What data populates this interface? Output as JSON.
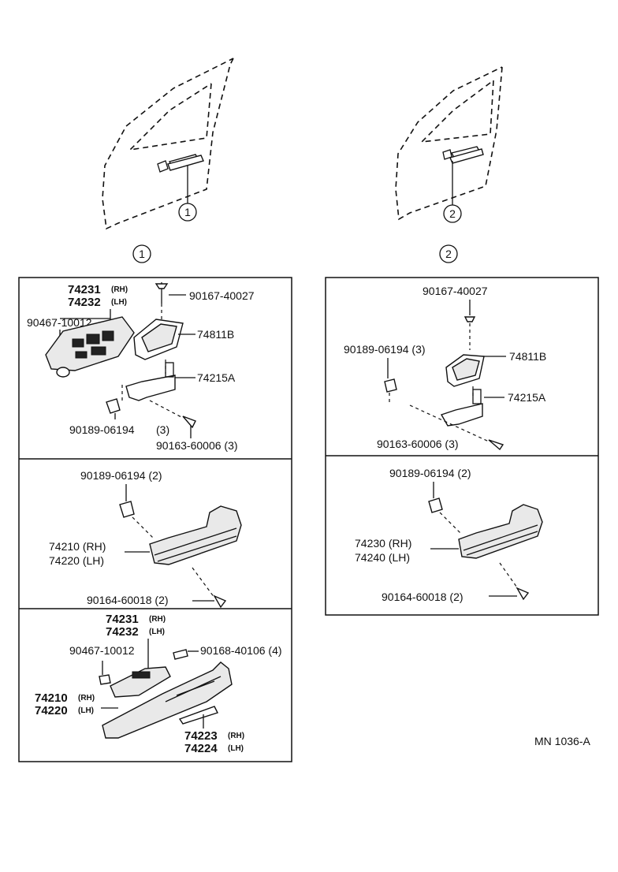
{
  "markers": {
    "left": "1",
    "right": "2"
  },
  "panel_a": {
    "p1": "74231",
    "p1_tag": "(RH)",
    "p2": "74232",
    "p2_tag": "(LH)",
    "p3": "90467-10012",
    "p4": "90167-40027",
    "p5": "74811B",
    "p6": "74215A",
    "p7": "90189-06194",
    "p7_qty": "(3)",
    "p8": "90163-60006 (3)"
  },
  "panel_b": {
    "p1": "90189-06194 (2)",
    "p2": "74210 (RH)",
    "p3": "74220 (LH)",
    "p4": "90164-60018 (2)"
  },
  "panel_c": {
    "p1": "74231",
    "p1_tag": "(RH)",
    "p2": "74232",
    "p2_tag": "(LH)",
    "p3": "90467-10012",
    "p4": "90168-40106 (4)",
    "p5": "74210",
    "p5_tag": "(RH)",
    "p6": "74220",
    "p6_tag": "(LH)",
    "p7": "74223",
    "p7_tag": "(RH)",
    "p8": "74224",
    "p8_tag": "(LH)"
  },
  "panel_d": {
    "p1": "90167-40027",
    "p2": "90189-06194 (3)",
    "p3": "74811B",
    "p4": "74215A",
    "p5": "90163-60006 (3)"
  },
  "panel_e": {
    "p1": "90189-06194 (2)",
    "p2": "74230 (RH)",
    "p3": "74240 (LH)",
    "p4": "90164-60018 (2)"
  },
  "code": "MN 1036-A"
}
